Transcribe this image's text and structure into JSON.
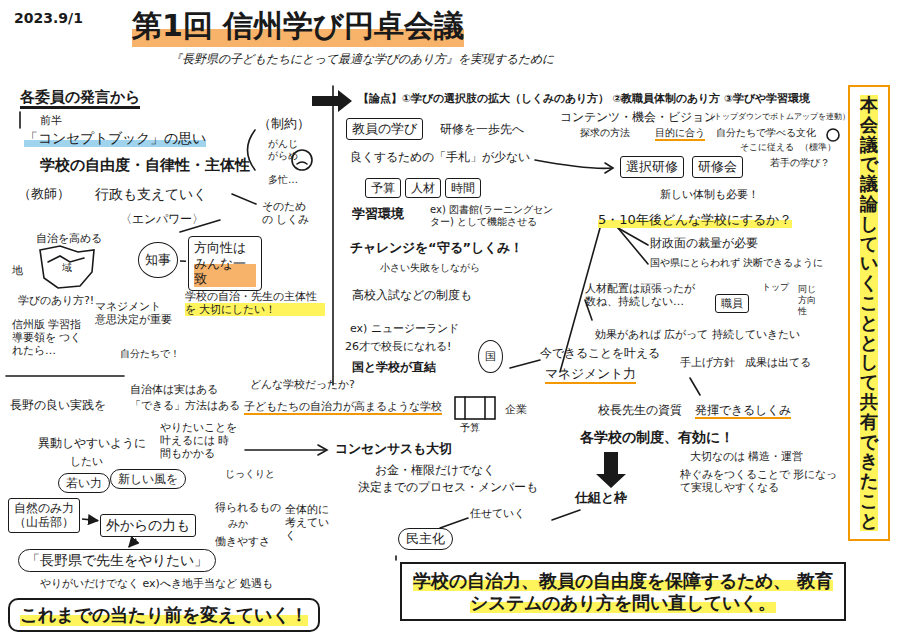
{
  "diagram": {
    "title": "第1回 信州学び円卓会議",
    "nodes": [
      {
        "text": [
          "知事"
        ]
      },
      {
        "text": [
          "方向性は みんな一致"
        ]
      },
      {
        "text": [
          "教員の学び"
        ]
      },
      {
        "text": [
          "予算"
        ]
      },
      {
        "text": [
          "人材"
        ]
      },
      {
        "text": [
          "時間"
        ]
      },
      {
        "text": [
          "選択研修"
        ]
      },
      {
        "text": [
          "研修会"
        ]
      },
      {
        "text": [
          "職員"
        ]
      },
      {
        "text": [
          "国"
        ]
      },
      {
        "text": [
          "民主化"
        ]
      },
      {
        "text": [
          "若い力"
        ]
      },
      {
        "text": [
          "新しい風を"
        ]
      },
      {
        "text": [
          "自然のみ力",
          "（山岳部）"
        ]
      },
      {
        "text": [
          "外からの力も"
        ]
      },
      {
        "text": [
          "「長野県で先生をやりたい」"
        ]
      },
      {
        "text": [
          "これまでの当たり前を変えていく！"
        ]
      },
      {
        "text": [
          "学校の自治力、教員の自由度を保障するため、 教育システムのあり方を問い直していく。"
        ]
      },
      {
        "text": [
          "本会議で議論していくこととして共有できたこと"
        ]
      }
    ],
    "edges": [
      {
        "from": 0,
        "to": 1,
        "arrow": "none"
      },
      {
        "from": 13,
        "to": 14,
        "arrow": "to"
      },
      {
        "from": 14,
        "to": 15,
        "arrow": "to"
      }
    ],
    "labels": [
      "2023.9/1",
      "『長野県の子どもたちにとって最適な学びのあり方』を実現するために",
      "前半",
      "「コンセプトブック」の思い",
      "学校の自由度・自律性・主体性",
      "（教師）",
      "行政も支えていく",
      "（制約）",
      "がんじがらめ",
      "多忙…",
      "〈エンパワー〉",
      "そのための しくみ",
      "自治を高める",
      "地",
      "域",
      "学びのあり方?!",
      "学校の自治・先生の主体性を 大切にしたい！",
      "マネジメント 意思決定が重要",
      "信州版 学習指導要領を つくれたら…",
      "自分たちで！",
      "【論点】①学びの選択肢の拡大（しくみのあり方） ②教職員体制のあり方 ③学びや学習環境",
      "研修を一歩先へ",
      "良くするための「手札」が少ない",
      "学習環境",
      "ex) 図書館(ラーニングセンター) として機能させる",
      "チャレンジを“守る”しくみ！",
      "小さい失敗をしながら",
      "高校入試などの制度も",
      "コンテンツ・機会・ビジョン",
      "（トップダウンでボトムアップを連動）",
      "探求の方法",
      "目的に合う",
      "自分たちで学べる文化",
      "そこに従える",
      "（標準）",
      "若手の学び？",
      "新しい体制も必要！",
      "5・10年後どんな学校にするか？",
      "財政面の裁量が必要",
      "国や県にとらわれず 決断できるように",
      "人材配置は頑張ったが 数ね、持続しない…",
      "トップ",
      "同じ方向性",
      "効果があれば 広がって 持続していきたい",
      "手上げ方針",
      "成果は出てる",
      "ex) ニュージーランド",
      "26才で校長になれる!",
      "国と学校が直結",
      "今できることを叶える",
      "マネジメント力",
      "企業",
      "予算",
      "校長先生の資質",
      "発揮できるしくみ",
      "各学校の制度、有効に！",
      "大切なのは 構造・運営",
      "枠ぐみをつくることで 形になって実現しやすくなる",
      "仕組と枠",
      "任せていく",
      "コンセンサスも大切",
      "お金・権限だけでなく",
      "決定までのプロセス・メンバーも",
      "長野の良い実践を",
      "自治体は実はある",
      "「できる」方法はある",
      "どんな学校だったか?",
      "子どもたちの自治力が高まるような学校",
      "やりたいことを 叶えるには 時間もかかる",
      "じっくりと",
      "異動しやすいように",
      "したい",
      "得られるもの",
      "みか",
      "働きやすさ",
      "全体的に 考えていく",
      "やりがいだけでなく ex)へき地手当など 処遇も",
      "各委員の発言から"
    ]
  }
}
